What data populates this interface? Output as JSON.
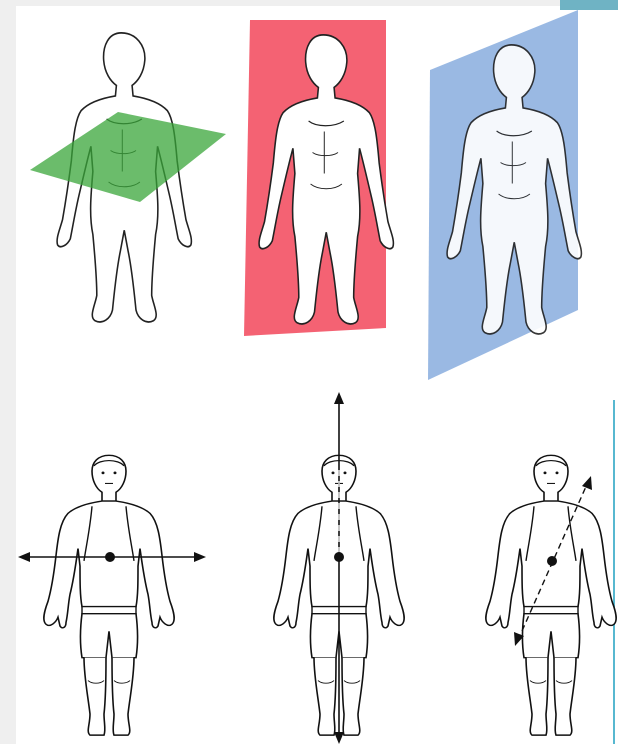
{
  "figure": {
    "planes": [
      {
        "id": "transverse",
        "color": "#3aa53a",
        "opacity": 0.75
      },
      {
        "id": "sagittal",
        "color": "#f35a6c",
        "opacity": 0.95
      },
      {
        "id": "frontal",
        "color": "#8fb1e0",
        "opacity": 0.9
      }
    ],
    "axes": [
      {
        "id": "transverse-axis",
        "direction": "horizontal"
      },
      {
        "id": "longitudinal-axis",
        "direction": "vertical"
      },
      {
        "id": "oblique-axis",
        "direction": "diagonal"
      }
    ],
    "colors": {
      "outline": "#222222",
      "background": "#ffffff",
      "page_margin": "#efefef",
      "accent": "#57b8d0"
    }
  }
}
